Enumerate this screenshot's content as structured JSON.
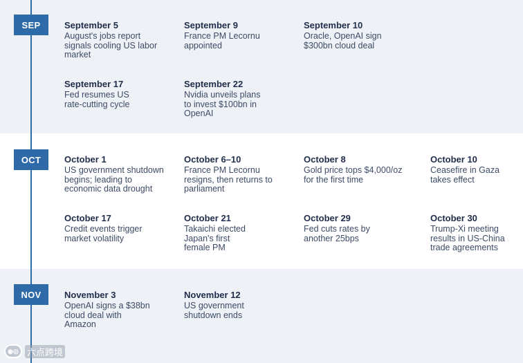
{
  "months": [
    {
      "label": "SEP",
      "events": [
        {
          "date": "September 5",
          "desc": [
            "August's jobs report",
            "signals cooling US labor",
            "market"
          ]
        },
        {
          "date": "September 9",
          "desc": [
            "France PM Lecornu",
            "appointed"
          ]
        },
        {
          "date": "September 10",
          "desc": [
            "Oracle, OpenAI sign",
            "$300bn cloud deal"
          ]
        },
        {
          "date": "September 17",
          "desc": [
            "Fed resumes US",
            "rate-cutting cycle"
          ]
        },
        {
          "date": "September 22",
          "desc": [
            "Nvidia unveils plans",
            "to invest $100bn in",
            "OpenAI"
          ]
        }
      ]
    },
    {
      "label": "OCT",
      "events": [
        {
          "date": "October 1",
          "desc": [
            "US government shutdown",
            "begins; leading to",
            "economic data drought"
          ]
        },
        {
          "date": "October 6–10",
          "desc": [
            "France PM Lecornu",
            "resigns, then returns to",
            "parliament"
          ]
        },
        {
          "date": "October 8",
          "desc": [
            "Gold price tops $4,000/oz",
            "for the first time"
          ]
        },
        {
          "date": "October 10",
          "desc": [
            "Ceasefire in Gaza",
            "takes effect"
          ]
        },
        {
          "date": "October 17",
          "desc": [
            "Credit events trigger",
            "market volatility"
          ]
        },
        {
          "date": "October 21",
          "desc": [
            "Takaichi elected",
            "Japan's first",
            "female PM"
          ]
        },
        {
          "date": "October 29",
          "desc": [
            "Fed cuts rates by",
            "another 25bps"
          ]
        },
        {
          "date": "October 30",
          "desc": [
            "Trump-Xi meeting",
            "results in US-China",
            "trade agreements"
          ]
        }
      ]
    },
    {
      "label": "NOV",
      "events": [
        {
          "date": "November 3",
          "desc": [
            "OpenAI signs a $38bn",
            "cloud deal with",
            "Amazon"
          ]
        },
        {
          "date": "November 12",
          "desc": [
            "US government",
            "shutdown ends"
          ]
        }
      ]
    }
  ],
  "watermark": {
    "text": "六点跨境"
  },
  "colors": {
    "accent": "#2f6aa8",
    "band": "#eef1f6",
    "date": "#1f2d4a",
    "text": "#3d4b66"
  }
}
